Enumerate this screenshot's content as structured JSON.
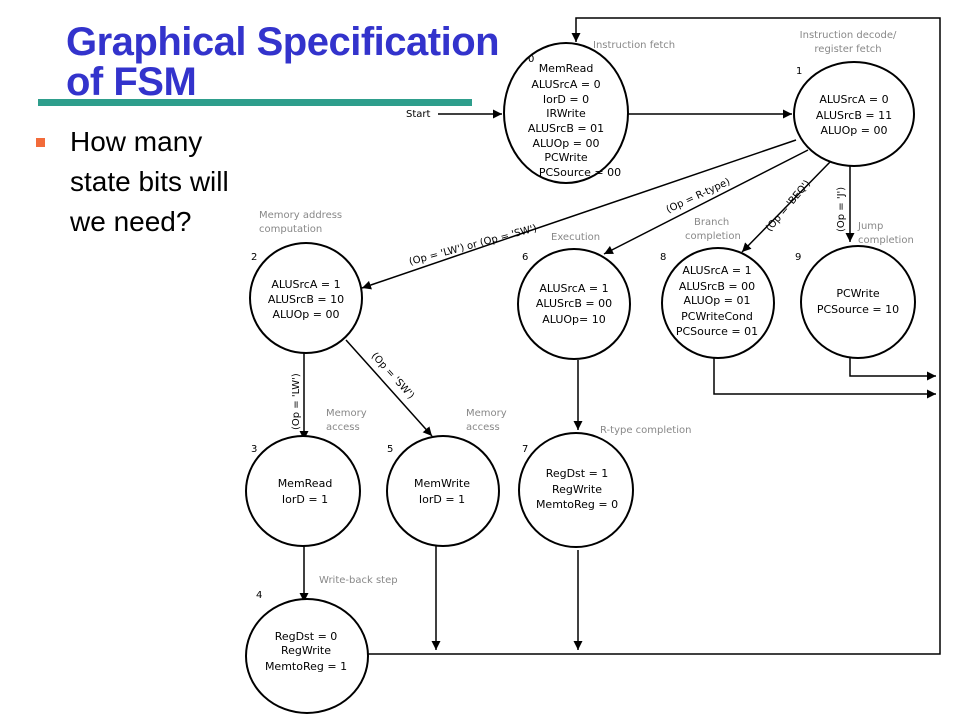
{
  "title": {
    "line1": "Graphical Specification",
    "line2": "of FSM"
  },
  "bullet": {
    "text": "How many state bits will we need?"
  },
  "diagram": {
    "start_label": "Start",
    "states": [
      {
        "id": "0",
        "lines": [
          "MemRead",
          "ALUSrcA = 0",
          "IorD = 0",
          "IRWrite",
          "ALUSrcB = 01",
          "ALUOp = 00",
          "PCWrite",
          "PCSource = 00"
        ]
      },
      {
        "id": "1",
        "lines": [
          "ALUSrcA = 0",
          "ALUSrcB = 11",
          "ALUOp = 00"
        ]
      },
      {
        "id": "2",
        "lines": [
          "ALUSrcA = 1",
          "ALUSrcB = 10",
          "ALUOp = 00"
        ]
      },
      {
        "id": "6",
        "lines": [
          "ALUSrcA = 1",
          "ALUSrcB = 00",
          "ALUOp= 10"
        ]
      },
      {
        "id": "8",
        "lines": [
          "ALUSrcA = 1",
          "ALUSrcB = 00",
          "ALUOp = 01",
          "PCWriteCond",
          "PCSource = 01"
        ]
      },
      {
        "id": "9",
        "lines": [
          "PCWrite",
          "PCSource = 10"
        ]
      },
      {
        "id": "3",
        "lines": [
          "MemRead",
          "IorD = 1"
        ]
      },
      {
        "id": "5",
        "lines": [
          "MemWrite",
          "IorD = 1"
        ]
      },
      {
        "id": "7",
        "lines": [
          "RegDst = 1",
          "RegWrite",
          "MemtoReg = 0"
        ]
      },
      {
        "id": "4",
        "lines": [
          "RegDst = 0",
          "RegWrite",
          "MemtoReg = 1"
        ]
      }
    ],
    "stage_labels": {
      "fetch": [
        "Instruction fetch"
      ],
      "decode": [
        "Instruction decode/",
        "register fetch"
      ],
      "memaddr": [
        "Memory address",
        "computation"
      ],
      "execution": [
        "Execution"
      ],
      "branch": [
        "Branch",
        "completion"
      ],
      "jump": [
        "Jump",
        "completion"
      ],
      "memaccess3": [
        "Memory",
        "access"
      ],
      "memaccess5": [
        "Memory",
        "access"
      ],
      "rtype": [
        "R-type completion"
      ],
      "writeback": [
        "Write-back step"
      ]
    },
    "edges": {
      "lw_sw": "(Op = 'LW') or (Op = 'SW')",
      "rtype": "(Op = R-type)",
      "beq": "(Op = 'BEQ')",
      "j": "(Op = 'J')",
      "lw": "(Op = 'LW')",
      "sw": "(Op = 'SW')"
    }
  }
}
